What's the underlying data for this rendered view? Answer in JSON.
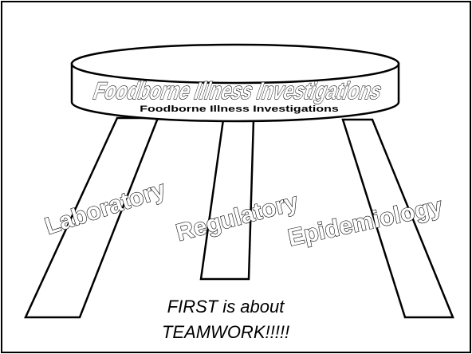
{
  "diagram": {
    "seat_label": "Foodborne Illness Investigations",
    "legs": [
      {
        "label": "Laboratory"
      },
      {
        "label": "Regulatory"
      },
      {
        "label": "Epidemiology"
      }
    ],
    "caption_line1": "FIRST is about",
    "caption_line2": "TEAMWORK!!!!!"
  },
  "colors": {
    "line": "#000000",
    "background": "#ffffff"
  }
}
